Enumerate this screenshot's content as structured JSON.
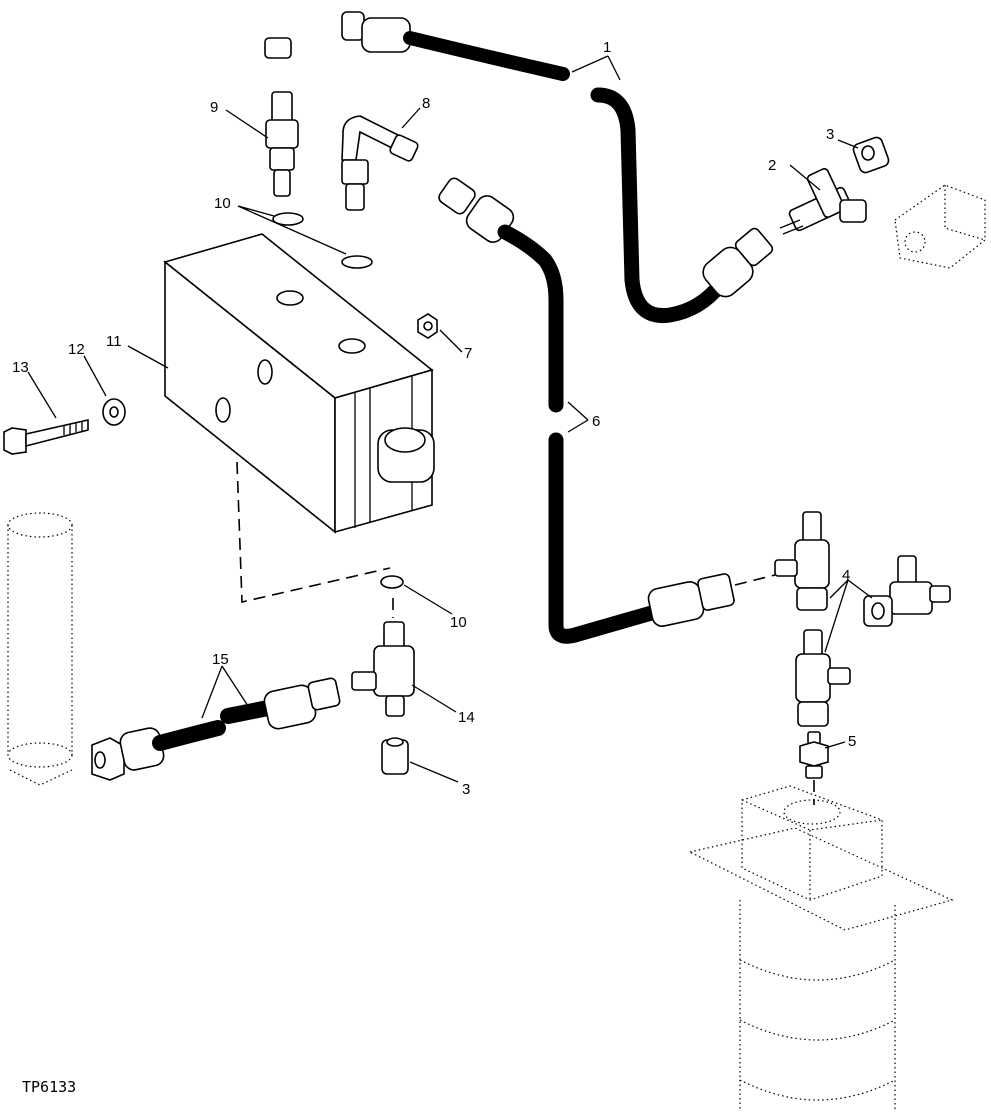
{
  "figure_code": "TP6133",
  "callouts": [
    {
      "id": "c1",
      "text": "1"
    },
    {
      "id": "c2",
      "text": "2"
    },
    {
      "id": "c3a",
      "text": "3"
    },
    {
      "id": "c3b",
      "text": "3"
    },
    {
      "id": "c4",
      "text": "4"
    },
    {
      "id": "c5",
      "text": "5"
    },
    {
      "id": "c6",
      "text": "6"
    },
    {
      "id": "c7",
      "text": "7"
    },
    {
      "id": "c8",
      "text": "8"
    },
    {
      "id": "c9",
      "text": "9"
    },
    {
      "id": "c10a",
      "text": "10"
    },
    {
      "id": "c10b",
      "text": "10"
    },
    {
      "id": "c11",
      "text": "11"
    },
    {
      "id": "c12",
      "text": "12"
    },
    {
      "id": "c13",
      "text": "13"
    },
    {
      "id": "c14",
      "text": "14"
    },
    {
      "id": "c15",
      "text": "15"
    }
  ]
}
